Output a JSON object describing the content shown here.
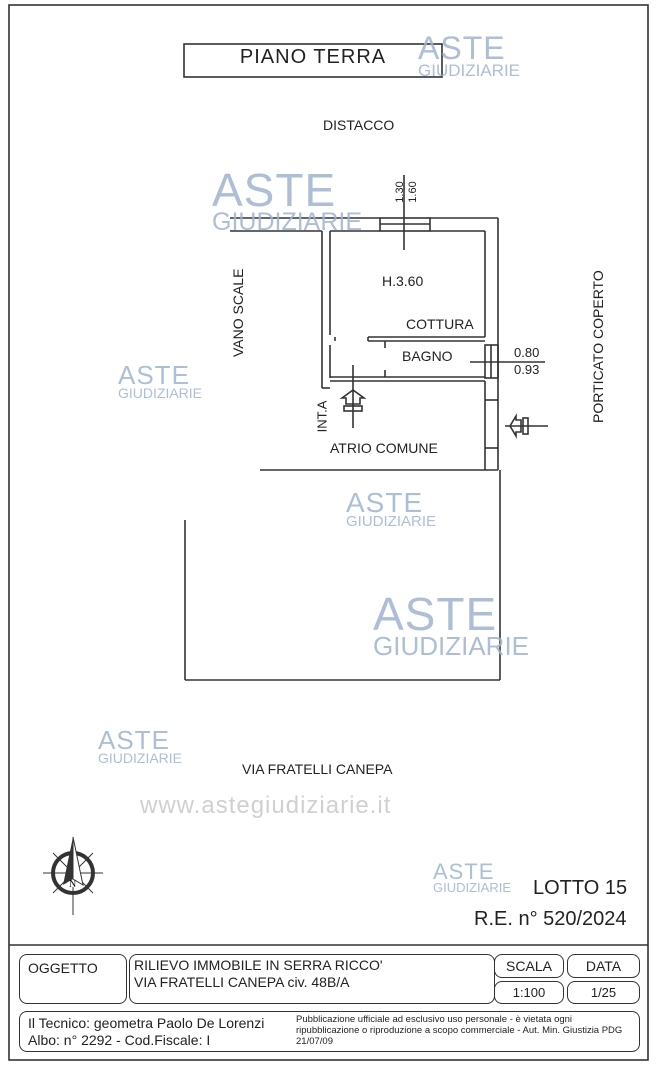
{
  "title": "PIANO TERRA",
  "watermark": {
    "line1": "ASTE",
    "line2": "GIUDIZIARIE",
    "url": "www.astegiudiziarie.it"
  },
  "plan": {
    "distacco": "DISTACCO",
    "vano_scale": "VANO SCALE",
    "height": "H.3.60",
    "cottura": "COTTURA",
    "bagno": "BAGNO",
    "window_bagno_w": "0.80",
    "window_bagno_h": "0.93",
    "window_top_w": "1.30",
    "window_top_h": "1.60",
    "entrance": "INT.A",
    "atrio": "ATRIO COMUNE",
    "porticato": "PORTICATO COPERTO",
    "street": "VIA FRATELLI CANEPA"
  },
  "lotto": "LOTTO 15",
  "re_number": "R.E. n° 520/2024",
  "title_block": {
    "oggetto_label": "OGGETTO",
    "oggetto_line1": "RILIEVO IMMOBILE IN SERRA RICCO'",
    "oggetto_line2": "VIA FRATELLI CANEPA civ. 48B/A",
    "scala_label": "SCALA",
    "scala_value": "1:100",
    "data_label": "DATA",
    "data_value": "1/25",
    "tecnico": "Il Tecnico: geometra Paolo De Lorenzi",
    "albo": "Albo: n° 2292 - Cod.Fiscale: I",
    "notice_line1": "Pubblicazione ufficiale ad esclusivo uso personale - è vietata ogni",
    "notice_line2": "ripubblicazione o riproduzione a scopo commerciale - Aut. Min. Giustizia PDG 21/07/09"
  }
}
